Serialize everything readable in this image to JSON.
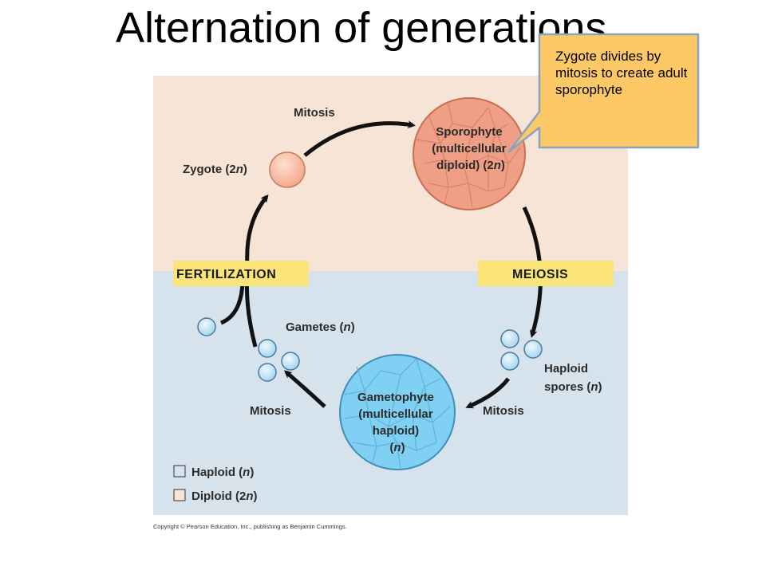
{
  "title": "Alternation of generations",
  "callout": {
    "text": "Zygote divides by mitosis to create adult sporophyte"
  },
  "diagram": {
    "mitosis_top": "Mitosis",
    "zygote": {
      "label": "Zygote (2",
      "italic": "n",
      "close": ")"
    },
    "sporophyte": {
      "line1": "Sporophyte",
      "line2": "(multicellular",
      "line3": "diploid) (2",
      "line3_italic": "n",
      "line3_close": ")"
    },
    "fertilization": "FERTILIZATION",
    "meiosis": "MEIOSIS",
    "gametes": {
      "label": "Gametes (",
      "italic": "n",
      "close": ")"
    },
    "haploid_spores": {
      "line1": "Haploid",
      "line2": "spores (",
      "italic": "n",
      "close": ")"
    },
    "gametophyte": {
      "line1": "Gametophyte",
      "line2": "(multicellular",
      "line3": "haploid)",
      "line4_open": "(",
      "line4_italic": "n",
      "line4_close": ")"
    },
    "mitosis_left": "Mitosis",
    "mitosis_right": "Mitosis",
    "legend": [
      {
        "label": "Haploid (",
        "italic": "n",
        "close": ")"
      },
      {
        "label": "Diploid (2",
        "italic": "n",
        "close": ")"
      }
    ]
  },
  "copyright": "Copyright © Pearson Education, Inc., publishing as Benjamin Cummings.",
  "colors": {
    "diploid_bg": "#f6e4d6",
    "haploid_bg": "#d6e2ec",
    "banner": "#fbe478",
    "sporophyte_fill": "#ef9f85",
    "gametophyte_fill": "#7fd0f2",
    "callout_fill": "#fdc967",
    "callout_border": "#8aa4c0"
  }
}
